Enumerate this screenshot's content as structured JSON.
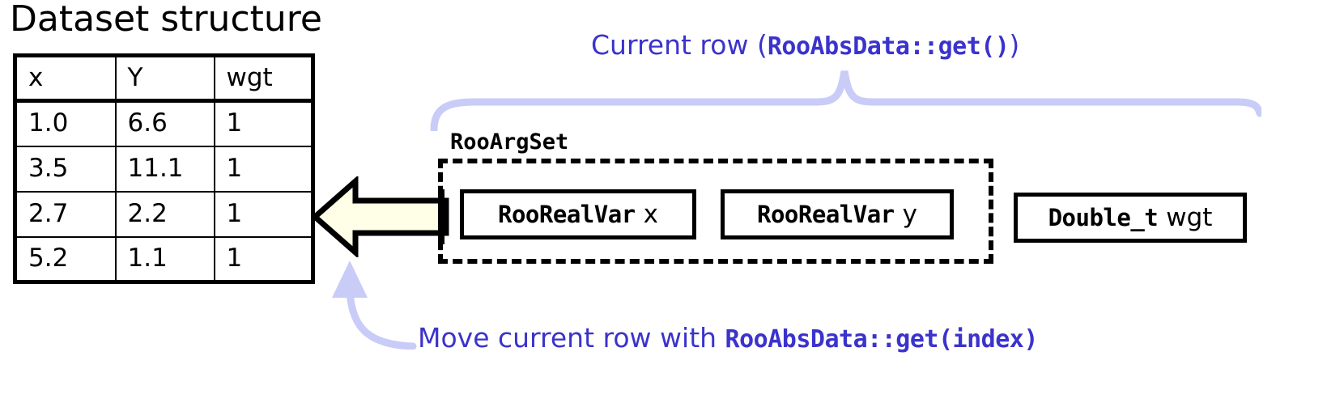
{
  "page_title": "Dataset structure",
  "colors": {
    "accent_blue": "#3b33cc",
    "brace_lavender": "#c9ccf7",
    "arrow_fill": "#fffee6",
    "outline_black": "#000000"
  },
  "table": {
    "headers": [
      "x",
      "Y",
      "wgt"
    ],
    "rows": [
      [
        "1.0",
        "6.6",
        "1"
      ],
      [
        "3.5",
        "11.1",
        "1"
      ],
      [
        "2.7",
        "2.2",
        "1"
      ],
      [
        "5.2",
        "1.1",
        "1"
      ]
    ]
  },
  "annotations": {
    "current_row_prefix": "Current row (",
    "current_row_code": "RooAbsData::get()",
    "current_row_suffix": ")",
    "move_row_prefix": "Move current row with ",
    "move_row_code": "RooAbsData::get(index)"
  },
  "argset": {
    "label": "RooArgSet",
    "members": [
      {
        "type": "RooRealVar",
        "name": "x"
      },
      {
        "type": "RooRealVar",
        "name": "y"
      }
    ]
  },
  "weight": {
    "type": "Double_t",
    "name": "wgt"
  },
  "icons": {
    "block_arrow": "block-arrow-left-icon",
    "curly_brace": "curly-brace-icon",
    "curved_arrow": "curved-arrow-up-icon"
  }
}
